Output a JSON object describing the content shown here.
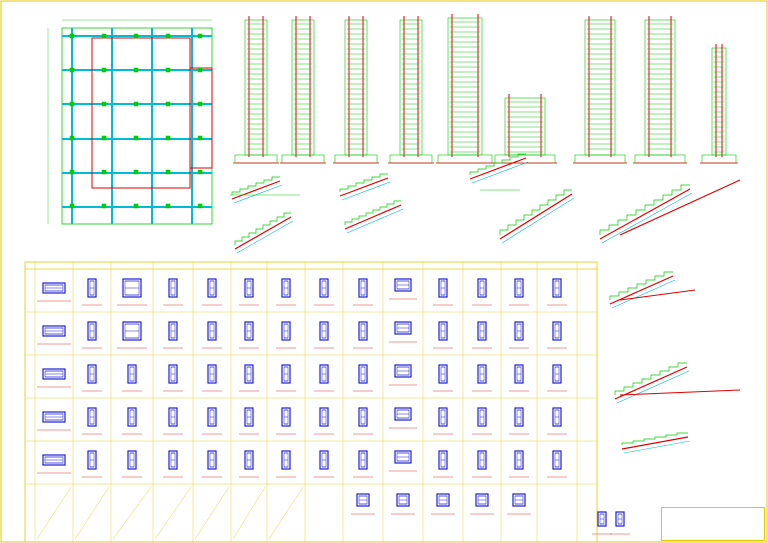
{
  "drawing": {
    "colors": {
      "frame": "#e6c800",
      "column_green": "#00cc00",
      "rebar_red": "#e00000",
      "stirrup_blue": "#1d1dd6",
      "cyan": "#00bcd4",
      "text": "#222222"
    },
    "icons": [
      "floor-plan",
      "column-elevation",
      "stair-section",
      "column-section",
      "title-block"
    ]
  },
  "title_block": {
    "lines": []
  }
}
